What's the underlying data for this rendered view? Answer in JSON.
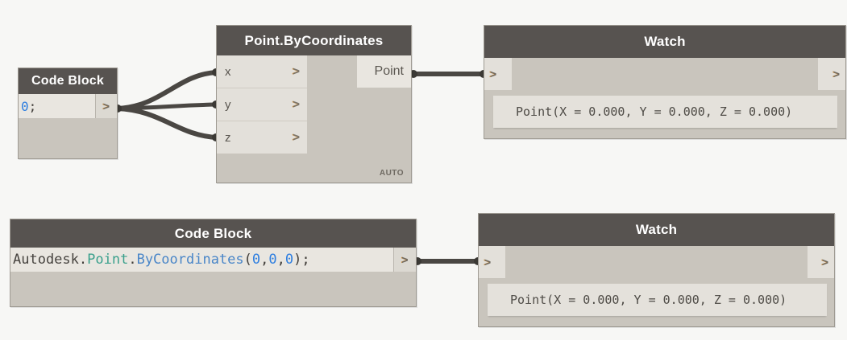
{
  "canvas": {
    "background": "#f7f7f5",
    "header_color": "#575350",
    "body_color": "#c9c5bd",
    "port_color": "#e3e0da",
    "wire_color": "#4a4743"
  },
  "nodes": {
    "code_block_top": {
      "title": "Code Block",
      "code_tokens": [
        {
          "text": "0",
          "kind": "num"
        },
        {
          "text": ";",
          "kind": "punct"
        }
      ],
      "out_port_glyph": ">",
      "out_port_icon": "chevron-right-icon"
    },
    "point_by_coordinates": {
      "title": "Point.ByCoordinates",
      "inputs": [
        {
          "label": "x",
          "glyph": ">"
        },
        {
          "label": "y",
          "glyph": ">"
        },
        {
          "label": "z",
          "glyph": ">"
        }
      ],
      "output": {
        "label": "Point"
      },
      "run_mode": "AUTO"
    },
    "watch_top": {
      "title": "Watch",
      "in_glyph": ">",
      "out_glyph": ">",
      "result": "Point(X = 0.000, Y = 0.000, Z = 0.000)"
    },
    "code_block_bottom": {
      "title": "Code Block",
      "code_tokens": [
        {
          "text": "Autodesk",
          "kind": "plain"
        },
        {
          "text": ".",
          "kind": "punct"
        },
        {
          "text": "Point",
          "kind": "type"
        },
        {
          "text": ".",
          "kind": "punct"
        },
        {
          "text": "ByCoordinates",
          "kind": "meth"
        },
        {
          "text": "(",
          "kind": "punct"
        },
        {
          "text": "0",
          "kind": "num"
        },
        {
          "text": ",",
          "kind": "punct"
        },
        {
          "text": "0",
          "kind": "num"
        },
        {
          "text": ",",
          "kind": "punct"
        },
        {
          "text": "0",
          "kind": "num"
        },
        {
          "text": ")",
          "kind": "punct"
        },
        {
          "text": ";",
          "kind": "punct"
        }
      ],
      "out_port_glyph": ">",
      "out_port_icon": "chevron-right-icon"
    },
    "watch_bottom": {
      "title": "Watch",
      "in_glyph": ">",
      "out_glyph": ">",
      "result": "Point(X = 0.000, Y = 0.000, Z = 0.000)"
    }
  },
  "connections": [
    {
      "from": "code_block_top.out",
      "to": "point_by_coordinates.x"
    },
    {
      "from": "code_block_top.out",
      "to": "point_by_coordinates.y"
    },
    {
      "from": "code_block_top.out",
      "to": "point_by_coordinates.z"
    },
    {
      "from": "point_by_coordinates.Point",
      "to": "watch_top.in"
    },
    {
      "from": "code_block_bottom.out",
      "to": "watch_bottom.in"
    }
  ]
}
